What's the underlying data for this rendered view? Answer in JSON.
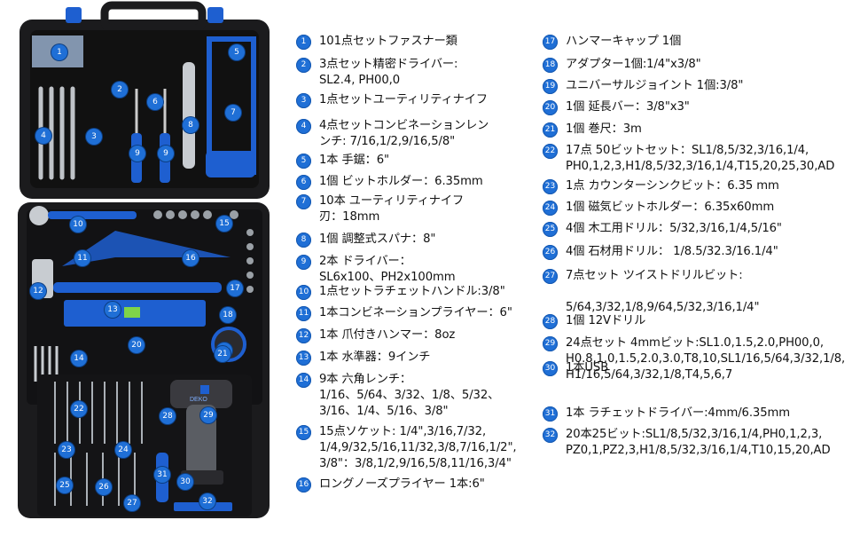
{
  "colors": {
    "accent": "#1f6fd6",
    "case": "#1b1b1d",
    "tool_blue": "#1e5fd0"
  },
  "brand_label": "DEKO",
  "items": [
    {
      "n": "1",
      "text": "101点セットファスナー類"
    },
    {
      "n": "2",
      "text": "3点セット精密ドライバー:\nSL2.4, PH00,0"
    },
    {
      "n": "3",
      "text": "1点セットユーティリティナイフ"
    },
    {
      "n": "4",
      "text": "4点セットコンビネーションレン\nンチ: 7/16,1/2,9/16,5/8\""
    },
    {
      "n": "5",
      "text": "1本 手鋸：6\""
    },
    {
      "n": "6",
      "text": "1個 ビットホルダー：6.35mm"
    },
    {
      "n": "7",
      "text": "10本 ユーティリティナイフ\n刃：18mm"
    },
    {
      "n": "8",
      "text": "1個 調整式スパナ：8\""
    },
    {
      "n": "9",
      "text": "2本 ドライバー：\nSL6x100、PH2x100mm"
    },
    {
      "n": "10",
      "text": "1点セットラチェットハンドル:3/8\""
    },
    {
      "n": "11",
      "text": "1本コンビネーションプライヤー：6\""
    },
    {
      "n": "12",
      "text": "1本 爪付きハンマー：8oz"
    },
    {
      "n": "13",
      "text": "1本 水準器：9インチ"
    },
    {
      "n": "14",
      "text": "9本 六角レンチ：\n1/16、5/64、3/32、1/8、5/32、\n3/16、1/4、5/16、3/8\""
    },
    {
      "n": "15",
      "text": "15点ソケット: 1/4\",3/16,7/32,\n1/4,9/32,5/16,11/32,3/8,7/16,1/2\",\n3/8\"：3/8,1/2,9/16,5/8,11/16,3/4\""
    },
    {
      "n": "16",
      "text": "ロングノーズプライヤー 1本:6\""
    },
    {
      "n": "17",
      "text": "ハンマーキャップ 1個"
    },
    {
      "n": "18",
      "text": "アダプター1個:1/4\"x3/8\""
    },
    {
      "n": "19",
      "text": "ユニバーサルジョイント 1個:3/8\""
    },
    {
      "n": "20",
      "text": "1個 延長バー：3/8\"x3\""
    },
    {
      "n": "21",
      "text": "1個 巻尺：3m"
    },
    {
      "n": "22",
      "text": "17点 50ビットセット：SL1/8,5/32,3/16,1/4,\nPH0,1,2,3,H1/8,5/32,3/16,1/4,T15,20,25,30,AD"
    },
    {
      "n": "23",
      "text": "1点 カウンターシンクビット：6.35 mm"
    },
    {
      "n": "24",
      "text": "1個 磁気ビットホルダー：6.35x60mm"
    },
    {
      "n": "25",
      "text": "4個 木工用ドリル：5/32,3/16,1/4,5/16\""
    },
    {
      "n": "26",
      "text": "4個 石材用ドリル： 1/8.5/32.3/16.1/4\""
    },
    {
      "n": "27",
      "text": "7点セット ツイストドリルビット:\n\n5/64,3/32,1/8,9/64,5/32,3/16,1/4\""
    },
    {
      "n": "28",
      "text": "1個 12Vドリル"
    },
    {
      "n": "29",
      "text": "24点セット 4mmビット:SL1.0,1.5,2.0,PH00,0,\nH0.8,1.0,1.5,2.0,3.0,T8,10,SL1/16,5/64,3/32,1/8,\nH1/16,5/64,3/32,1/8,T4,5,6,7"
    },
    {
      "n": "30",
      "text": "1本USB"
    },
    {
      "n": "31",
      "text": "1本 ラチェットドライバー:4mm/6.35mm"
    },
    {
      "n": "32",
      "text": "20本25ビット:SL1/8,5/32,3/16,1/4,PH0,1,2,3,\nPZ0,1,PZ2,3,H1/8,5/32,3/16,1/4,T10,15,20,AD"
    }
  ],
  "markers": [
    "1",
    "2",
    "3",
    "4",
    "5",
    "6",
    "7",
    "8",
    "9",
    "9",
    "10",
    "11",
    "12",
    "13",
    "14",
    "15",
    "16",
    "17",
    "18",
    "19",
    "20",
    "21",
    "22",
    "23",
    "24",
    "25",
    "26",
    "27",
    "28",
    "29",
    "30",
    "31",
    "32"
  ]
}
